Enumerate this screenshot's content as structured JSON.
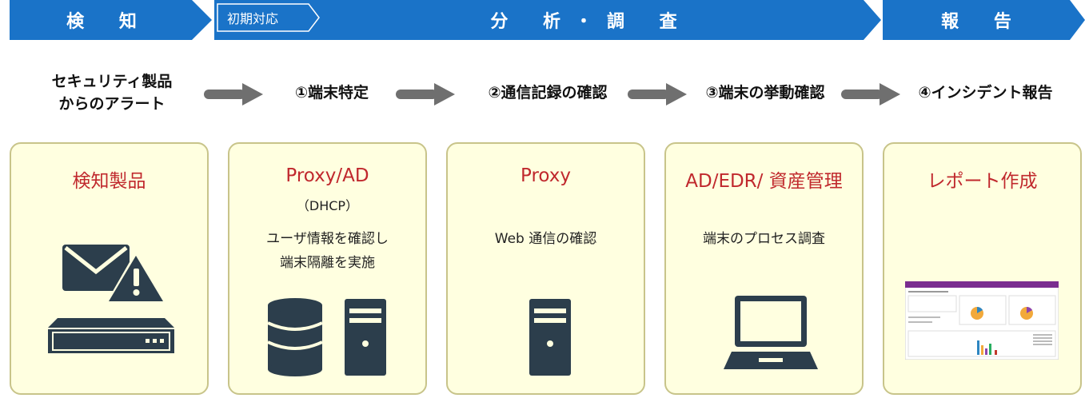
{
  "header": {
    "detect": "検 知",
    "initial_tag": "初期対応",
    "analysis": "分 析・調 査",
    "report": "報 告"
  },
  "steps": {
    "alert_line1": "セキュリティ製品",
    "alert_line2": "からのアラート",
    "step1": "①端末特定",
    "step2": "②通信記録の確認",
    "step3": "③端末の挙動確認",
    "step4": "④インシデント報告"
  },
  "cards": {
    "detect": {
      "title": "検知製品"
    },
    "proxy_ad": {
      "title": "Proxy/AD",
      "sub": "（DHCP）",
      "desc_line1": "ユーザ情報を確認し",
      "desc_line2": "端末隔離を実施"
    },
    "proxy": {
      "title": "Proxy",
      "desc_line1": "Web 通信の確認"
    },
    "assets": {
      "title": "AD/EDR/ 資産管理",
      "desc_line1": "端末のプロセス調査"
    },
    "report": {
      "title": "レポート作成"
    }
  },
  "colors": {
    "header_blue": "#1a73c8",
    "card_bg": "#ffffe0",
    "card_border": "#c8c48a",
    "title_red": "#c0282d",
    "icon_dark": "#2c3e4c",
    "arrow_gray": "#6f6f6f"
  },
  "icons": [
    "mail-warning-icon",
    "appliance-icon",
    "database-icon",
    "server-tower-icon",
    "laptop-icon",
    "report-screenshot-icon"
  ]
}
